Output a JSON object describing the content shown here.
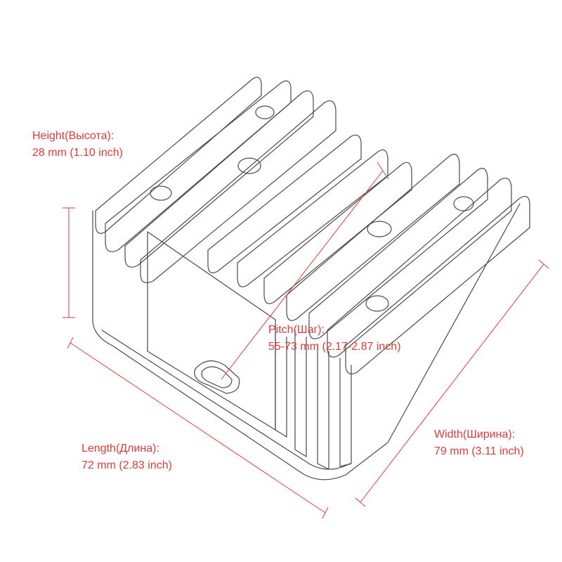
{
  "colors": {
    "annotation": "#e03a3a",
    "sketch": "#4a4a4a",
    "background": "#ffffff"
  },
  "labels": {
    "height": {
      "name": "Height(Высота):",
      "value": "28 mm (1.10 inch)"
    },
    "pitch": {
      "name": "Pitch(Шаг):",
      "value": "55-73 mm (2.17-2.87 inch)"
    },
    "length": {
      "name": "Length(Длина):",
      "value": "72 mm (2.83 inch)"
    },
    "width": {
      "name": "Width(Ширина):",
      "value": "79 mm (3.11 inch)"
    }
  }
}
